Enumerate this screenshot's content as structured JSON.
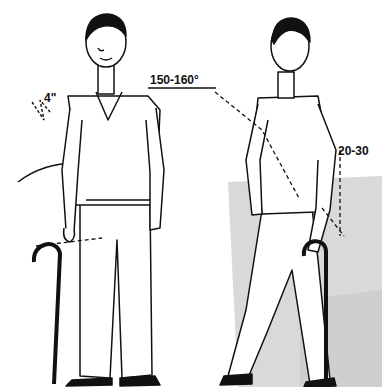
{
  "diagram": {
    "labels": [
      "4\"",
      "150-160°",
      "20-30"
    ]
  }
}
